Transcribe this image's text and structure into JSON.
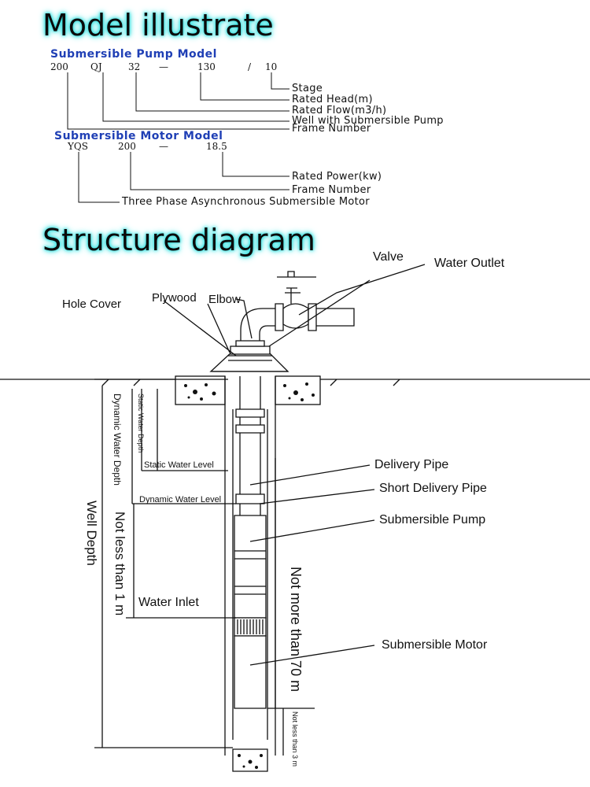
{
  "headings": {
    "model": "Model illustrate",
    "structure": "Structure diagram"
  },
  "pump_model": {
    "title": "Submersible Pump Model",
    "codes": [
      "200",
      "QJ",
      "32",
      "—",
      "130",
      "/",
      "10"
    ],
    "labels": [
      "Stage",
      "Rated Head(m)",
      "Rated Flow(m3/h)",
      "Well with Submersible Pump",
      "Frame Number"
    ]
  },
  "motor_model": {
    "title": "Submersible Motor Model",
    "codes": [
      "YQS",
      "200",
      "—",
      "18.5"
    ],
    "labels": [
      "Rated Power(kw)",
      "Frame Number",
      "Three Phase Asynchronous Submersible Motor"
    ]
  },
  "diagram": {
    "labels": {
      "valve": "Valve",
      "water_outlet": "Water Outlet",
      "hole_cover": "Hole Cover",
      "plywood": "Plywood",
      "elbow": "Elbow",
      "delivery_pipe": "Delivery Pipe",
      "short_delivery_pipe": "Short Delivery Pipe",
      "submersible_pump": "Submersible Pump",
      "submersible_motor": "Submersible Motor",
      "static_water_level": "Static Water Level",
      "dynamic_water_level": "Dynamic Water Level",
      "water_inlet": "Water Inlet"
    },
    "vertical_labels": {
      "static_water_depth": "Static Water Depth",
      "dynamic_water_depth": "Dynamic Water Depth",
      "well_depth": "Well Depth",
      "not_less_1m": "Not less than 1 m",
      "not_more_70m": "Not more than 70 m",
      "not_less_3m": "Not less than 3 m"
    }
  }
}
